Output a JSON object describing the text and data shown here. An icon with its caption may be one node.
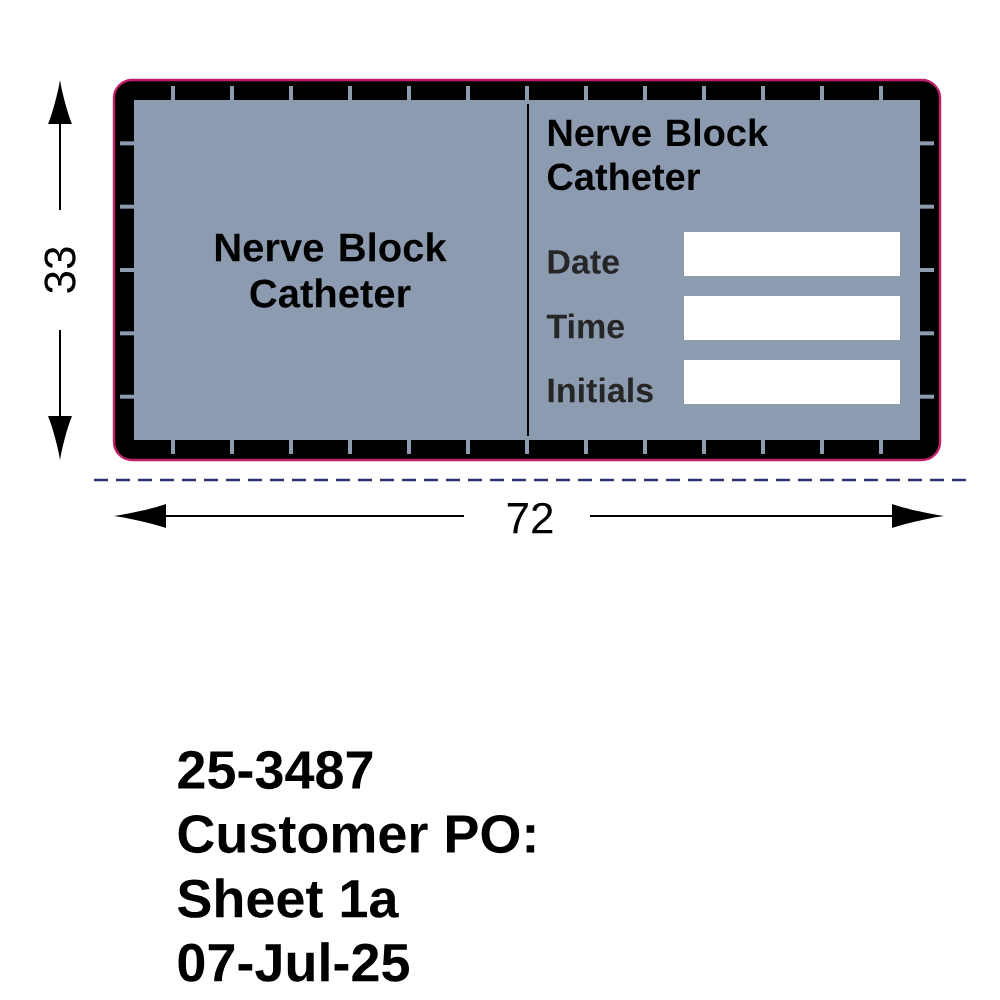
{
  "diagram": {
    "nodes": [
      {
        "text": [],
        "shape": "box"
      },
      {
        "text": [
          "Nerve Block Catheter"
        ],
        "in": 0
      },
      {
        "text": [
          "Nerve Block Catheter",
          "Date",
          "Time",
          "Initials"
        ],
        "in": 0
      }
    ],
    "labels": [
      "33",
      "72",
      "25-3487",
      "Customer PO:",
      "Sheet 1a",
      "07-Jul-25"
    ]
  }
}
